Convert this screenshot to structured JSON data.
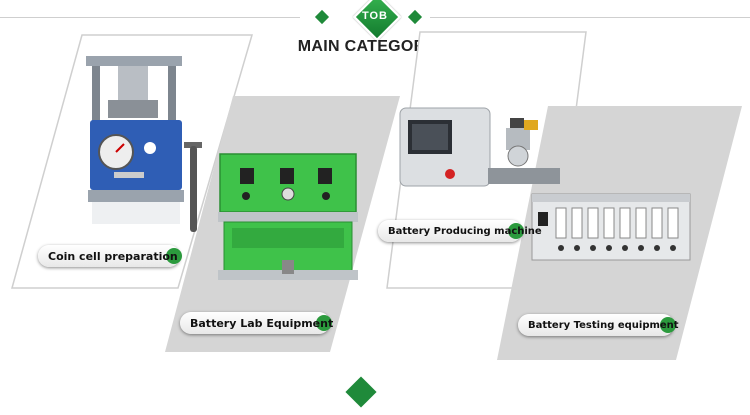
{
  "header": {
    "logo_text": "TOB",
    "title": "MAIN CATEGORIES"
  },
  "categories": [
    {
      "label": "Coin cell preparation"
    },
    {
      "label": "Battery Lab Equipment"
    },
    {
      "label": "Battery Producing machine"
    },
    {
      "label": "Battery Testing equipment"
    }
  ],
  "colors": {
    "accent": "#1f8a3a",
    "panel_gray": "#d5d5d5",
    "equipment_green": "#3fc24a"
  }
}
